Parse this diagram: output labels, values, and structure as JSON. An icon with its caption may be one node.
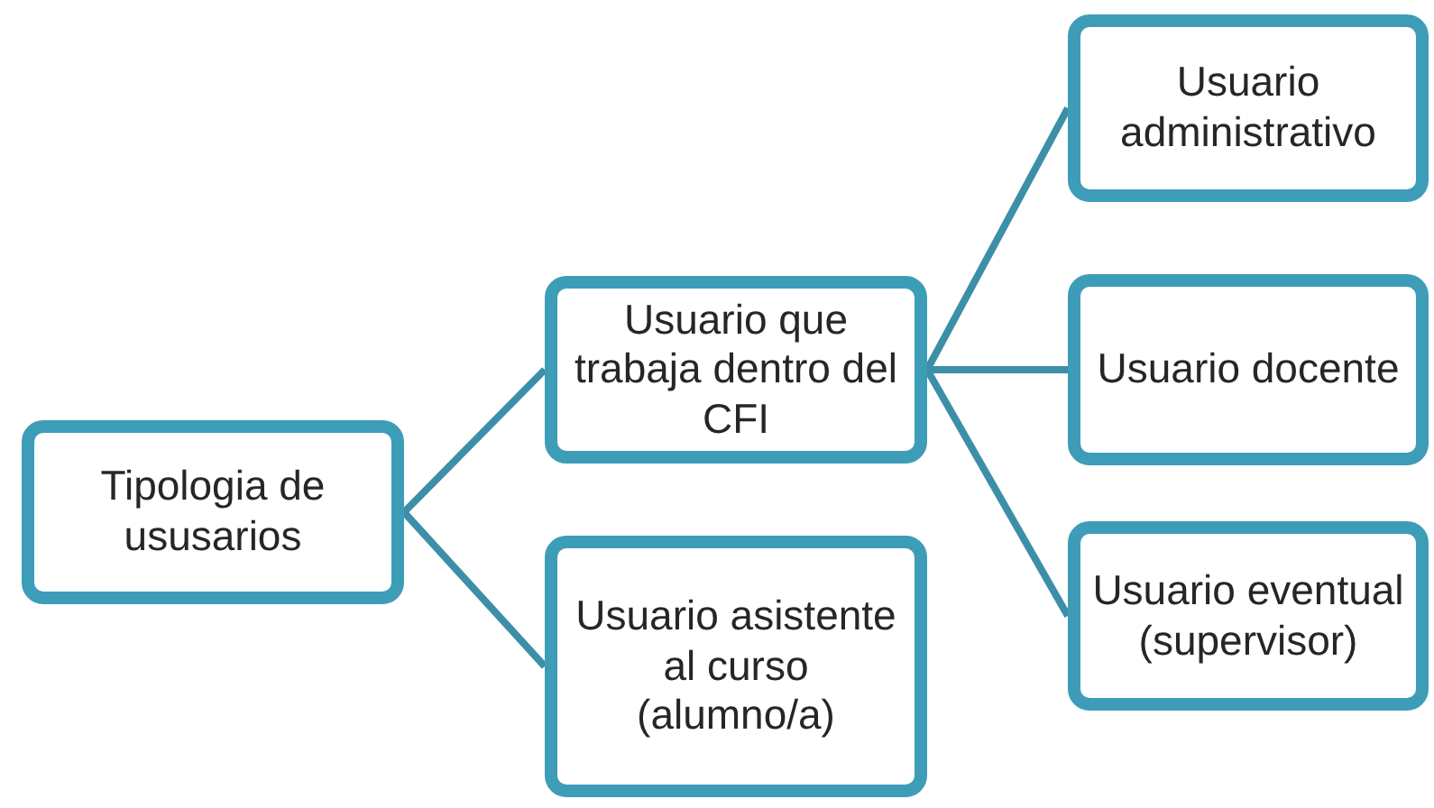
{
  "diagram": {
    "nodes": [
      {
        "text": [
          "Tipologia de ususarios"
        ]
      },
      {
        "text": [
          "Usuario que trabaja dentro del CFI"
        ]
      },
      {
        "text": [
          "Usuario asistente al curso (alumno/a)"
        ]
      },
      {
        "text": [
          "Usuario administrativo"
        ]
      },
      {
        "text": [
          "Usuario docente"
        ]
      },
      {
        "text": [
          "Usuario eventual (supervisor)"
        ]
      }
    ],
    "edges": [
      {
        "from": 0,
        "to": 1,
        "arrow": "none"
      },
      {
        "from": 0,
        "to": 2,
        "arrow": "none"
      },
      {
        "from": 1,
        "to": 3,
        "arrow": "none"
      },
      {
        "from": 1,
        "to": 4,
        "arrow": "none"
      },
      {
        "from": 1,
        "to": 5,
        "arrow": "none"
      }
    ]
  }
}
